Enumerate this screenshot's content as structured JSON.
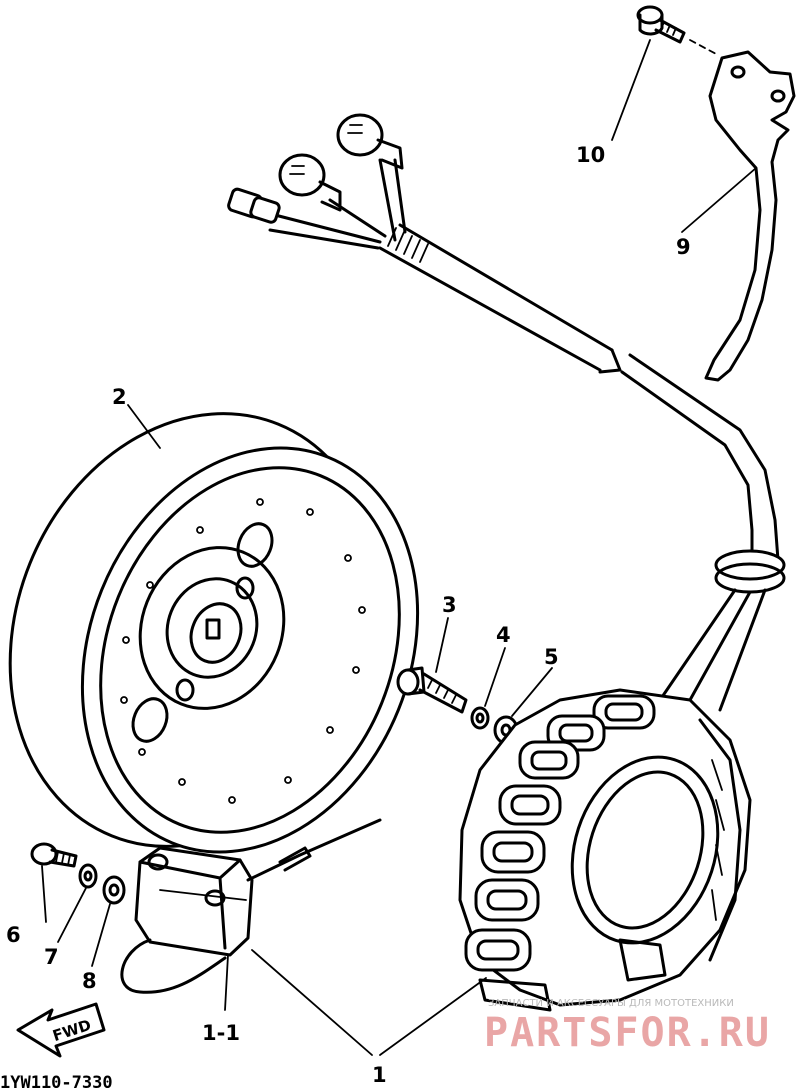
{
  "labels": {
    "p1": "1",
    "p1_1": "1-1",
    "p2": "2",
    "p3": "3",
    "p4": "4",
    "p5": "5",
    "p6": "6",
    "p7": "7",
    "p8": "8",
    "p9": "9",
    "p10": "10"
  },
  "drawing_code": "1YW110-7330",
  "fwd_label": "FWD",
  "watermark": {
    "tagline": "ЗАПЧАСТИ И АКСЕССУАРЫ ДЛЯ МОТОТЕХНИКИ",
    "brand": "PARTSFOR.RU",
    "color": "#e9a6a6"
  }
}
